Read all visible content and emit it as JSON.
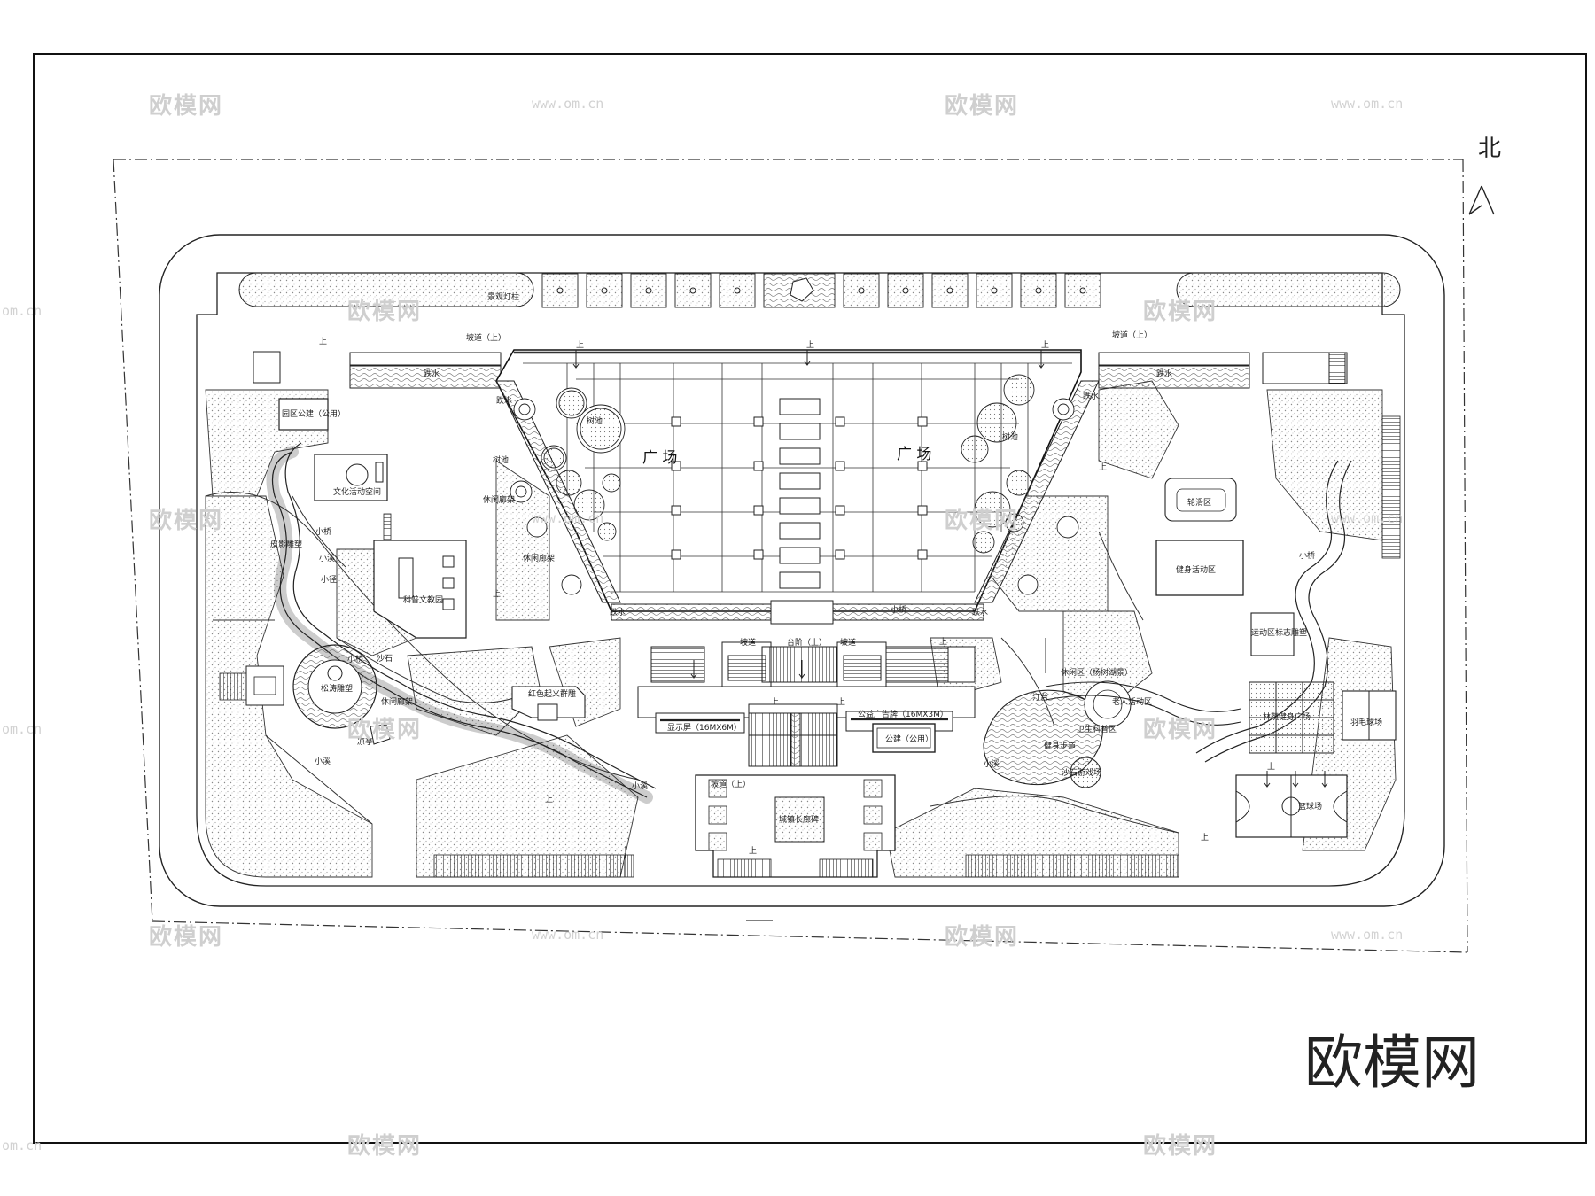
{
  "north_arrow_label": "北",
  "brand_watermark": "欧模网",
  "watermarks": {
    "brand": "欧模网",
    "url": "www.om.cn",
    "url_short": "om.cn"
  },
  "labels": {
    "lamp_posts": "景观灯柱",
    "ramp_up_left": "坡道（上）",
    "ramp_up_right": "坡道（上）",
    "up": "上",
    "water_left": "跌水",
    "water_right": "跌水",
    "water_left2": "跌水",
    "water_right2": "跌水",
    "water_bottom_left": "跌水",
    "water_bottom_right": "跌水",
    "public_building_tl": "园区公建（公用）",
    "plaza_left": "广  场",
    "plaza_right": "广  场",
    "tree_pool_left": "树池",
    "tree_pool_right": "树池",
    "tree_pool_left2": "树池",
    "rest_corridor_1": "休闲廊架",
    "rest_corridor_2": "休闲廊架",
    "culture_space": "文化活动空间",
    "sci_park": "科普文教园",
    "shadow_wall": "皮影雕塑",
    "small_path": "小径",
    "sandstone": "沙石",
    "pine_ring": "松涛雕塑",
    "stream": "小溪",
    "stream2": "小溪",
    "stream3": "小溪",
    "rest_corridor_3": "休闲廊架",
    "gazebo": "凉亭",
    "red_culture": "红色起义群雕",
    "display_screen": "显示屏（16MX6M）",
    "public_ad": "公益广告牌（16MX3M）",
    "public_building_c": "公建（公用）",
    "ramp_c": "坡道",
    "steps_up": "台阶（上）",
    "ramp_c2": "坡道",
    "ramp_c3": "坡道（上）",
    "long_corridor": "城镇长廊碑",
    "pond_area": "休闲区（杨树湖景）",
    "platform": "汀台",
    "elder_area": "老人活动区",
    "health_bench": "卫生科普区",
    "fitness_path": "健身步道",
    "sand_play": "沙石游戏场",
    "stream4": "小溪",
    "slide_area": "轮滑区",
    "fitness_zone": "健身活动区",
    "sports_sign": "运动区标志雕塑",
    "fitness_plaza": "林荫健身广场",
    "badminton": "羽毛球场",
    "basketball": "篮球场",
    "bridge1": "小桥",
    "bridge2": "小桥",
    "bridge3": "小桥",
    "bridge4": "小桥"
  },
  "colors": {
    "line": "#1a1a1a",
    "hatch": "#9a9a9a",
    "water": "#555555"
  }
}
